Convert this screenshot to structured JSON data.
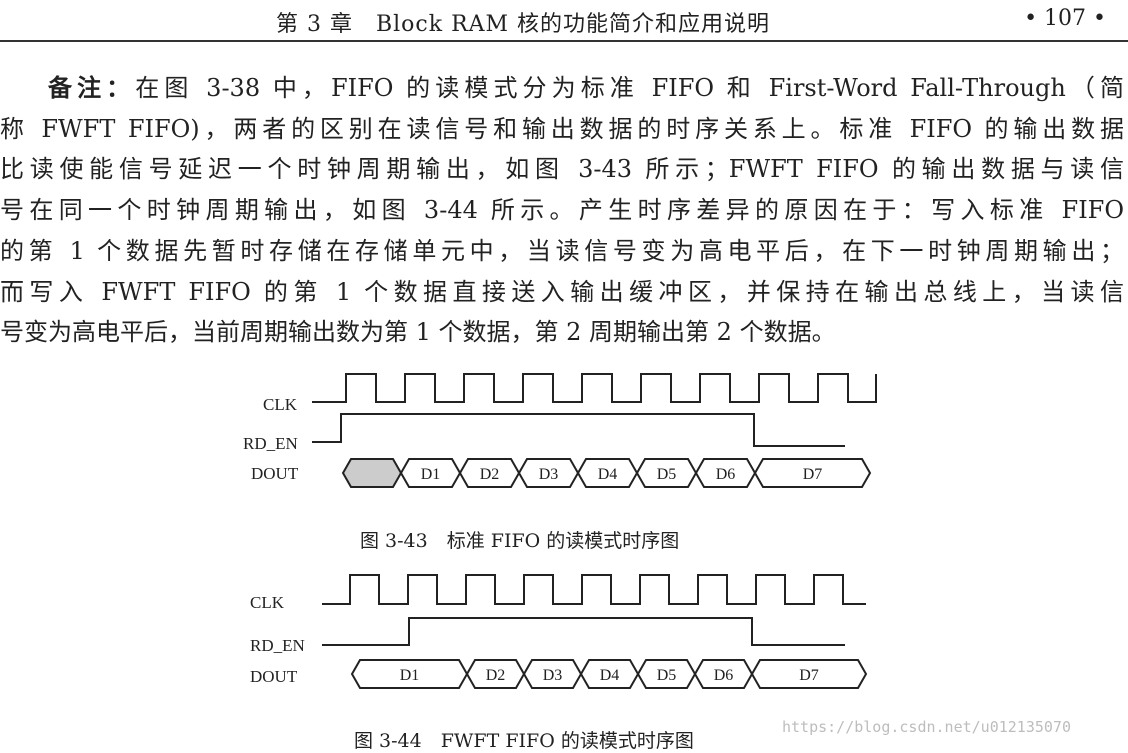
{
  "header": {
    "title": "第 3 章　Block RAM 核的功能简介和应用说明",
    "page_number": "• 107 •"
  },
  "paragraph": {
    "label": "备注：",
    "lines": [
      "在图 3-38 中，FIFO 的读模式分为标准 FIFO 和 First-Word Fall-Through（简",
      "称 FWFT FIFO)，两者的区别在读信号和输出数据的时序关系上。标准 FIFO 的输出数据",
      "比读使能信号延迟一个时钟周期输出，如图 3-43 所示；FWFT FIFO 的输出数据与读信",
      "号在同一个时钟周期输出，如图 3-44 所示。产生时序差异的原因在于：写入标准 FIFO",
      "的第 1 个数据先暂时存储在存储单元中，当读信号变为高电平后，在下一时钟周期输出；",
      "而写入 FWFT FIFO 的第 1 个数据直接送入输出缓冲区，并保持在输出总线上，当读信",
      "号变为高电平后，当前周期输出数为第 1 个数据，第 2 周期输出第 2 个数据。"
    ]
  },
  "figure1": {
    "signals": [
      "CLK",
      "RD_EN",
      "DOUT"
    ],
    "cells": [
      "",
      "D1",
      "D2",
      "D3",
      "D4",
      "D5",
      "D6",
      "D7"
    ],
    "caption": "图 3-43　标准 FIFO 的读模式时序图"
  },
  "figure2": {
    "signals": [
      "CLK",
      "RD_EN",
      "DOUT"
    ],
    "cells": [
      "D1",
      "D2",
      "D3",
      "D4",
      "D5",
      "D6",
      "D7"
    ],
    "caption": "图 3-44　FWFT FIFO 的读模式时序图"
  },
  "watermark": "https://blog.csdn.net/u012135070",
  "colors": {
    "text": "#222222",
    "shaded_cell": "#cccccc",
    "watermark": "#bdbdbd"
  }
}
